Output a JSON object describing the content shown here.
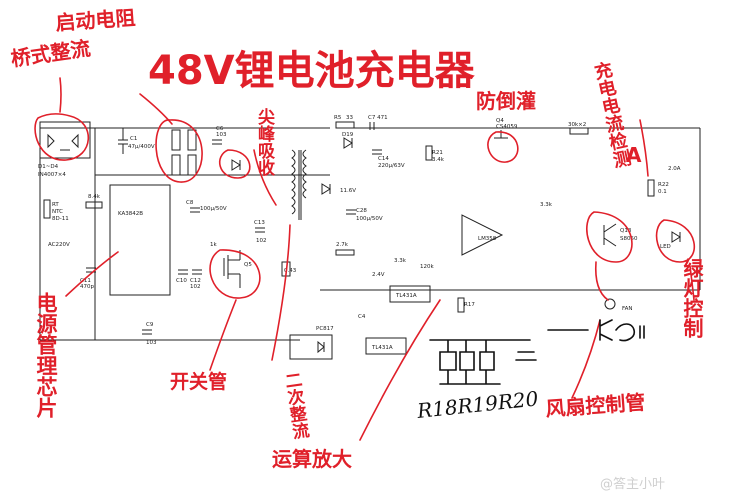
{
  "title": "48V锂电池充电器",
  "annotations": {
    "startup_resistor": "启动电阻",
    "bridge_rectifier": "桥式整流",
    "anti_backflow": "防倒灌",
    "peak_absorb": "尖峰吸收",
    "charge_current_sense": "充电电流检测",
    "power_ic": "电源管理芯片",
    "switch_tube": "开关管",
    "secondary_rectifier": "二次整流",
    "opamp": "运算放大",
    "fan_control": "风扇控制管",
    "green_led_control": "绿灯控制",
    "resistors_handwritten": "R18R19R20",
    "current_symbol": "A"
  },
  "components": {
    "ic_main": "KA3842B",
    "ic_opamp": "LM358",
    "ic_ref1": "TL431A",
    "ic_ref2": "TL431A",
    "opto": "PC817",
    "bridge": "D1~D4",
    "bridge_part": "IN4007×4",
    "ntc": "RT",
    "ntc_type": "NTC",
    "ntc_part": "8D-11",
    "ac_in": "AC220V",
    "c1": "C1",
    "c1_val": "47μ/400V",
    "c6": "C6",
    "c6_val": "103",
    "r5": "R5",
    "r5_val": "33",
    "c7": "C7 471",
    "d19": "D19",
    "c14": "C14",
    "c14_val": "220μ/63V",
    "r21": "R21",
    "r21_val": "3.4k",
    "q4": "Q4",
    "q4_part": "CS4059",
    "r_pair": "30k×2",
    "r22": "R22",
    "r22_val": "0.1",
    "out_v": "2.0A",
    "c28": "C28",
    "c28_val": "100μ/50V",
    "v_mark": "11.6V",
    "r8": "8.4k",
    "c8": "C8",
    "c8_val": "100μ/50V",
    "c13": "C13",
    "c13_val": "102",
    "q5": "Q5",
    "r_043": "0.43",
    "r_27k": "2.7k",
    "r_33k": "3.3k",
    "r_120k": "120k",
    "q13": "Q13",
    "q13_part": "S8050",
    "led": "LED",
    "fan": "FAN",
    "r17": "R17",
    "c9": "C9",
    "c9_val": "103",
    "c10": "C10",
    "c11": "C11",
    "c11_val": "470p",
    "c12": "C12",
    "c12_val": "102",
    "v24": "2.4V",
    "c4": "C4",
    "r1k": "1k"
  },
  "watermark": "@答主小叶"
}
